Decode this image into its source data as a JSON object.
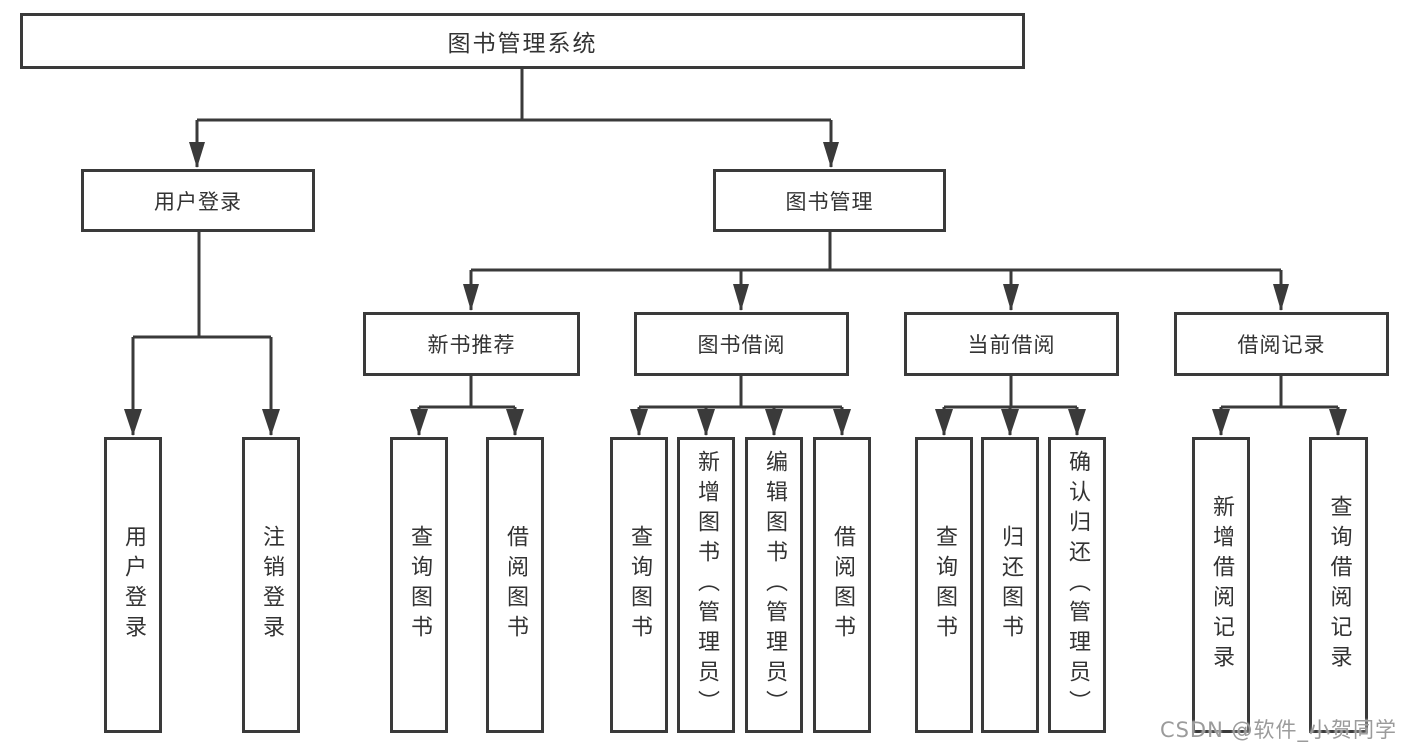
{
  "root_label": "图书管理系统",
  "level2": {
    "left": "用户登录",
    "right": "图书管理"
  },
  "level3": [
    "新书推荐",
    "图书借阅",
    "当前借阅",
    "借阅记录"
  ],
  "leaves": {
    "login": [
      "用户登录",
      "注销登录"
    ],
    "recommend": [
      "查询图书",
      "借阅图书"
    ],
    "borrow": [
      "查询图书",
      "新增图书（管理员）",
      "编辑图书（管理员）",
      "借阅图书"
    ],
    "current": [
      "查询图书",
      "归还图书",
      "确认归还（管理员）"
    ],
    "records": [
      "新增借阅记录",
      "查询借阅记录"
    ]
  },
  "watermark": "CSDN @软件_小贺同学",
  "colors": {
    "line": "#3a3a3a",
    "text": "#333333",
    "watermark": "#9b9b9b",
    "background": "#ffffff"
  }
}
